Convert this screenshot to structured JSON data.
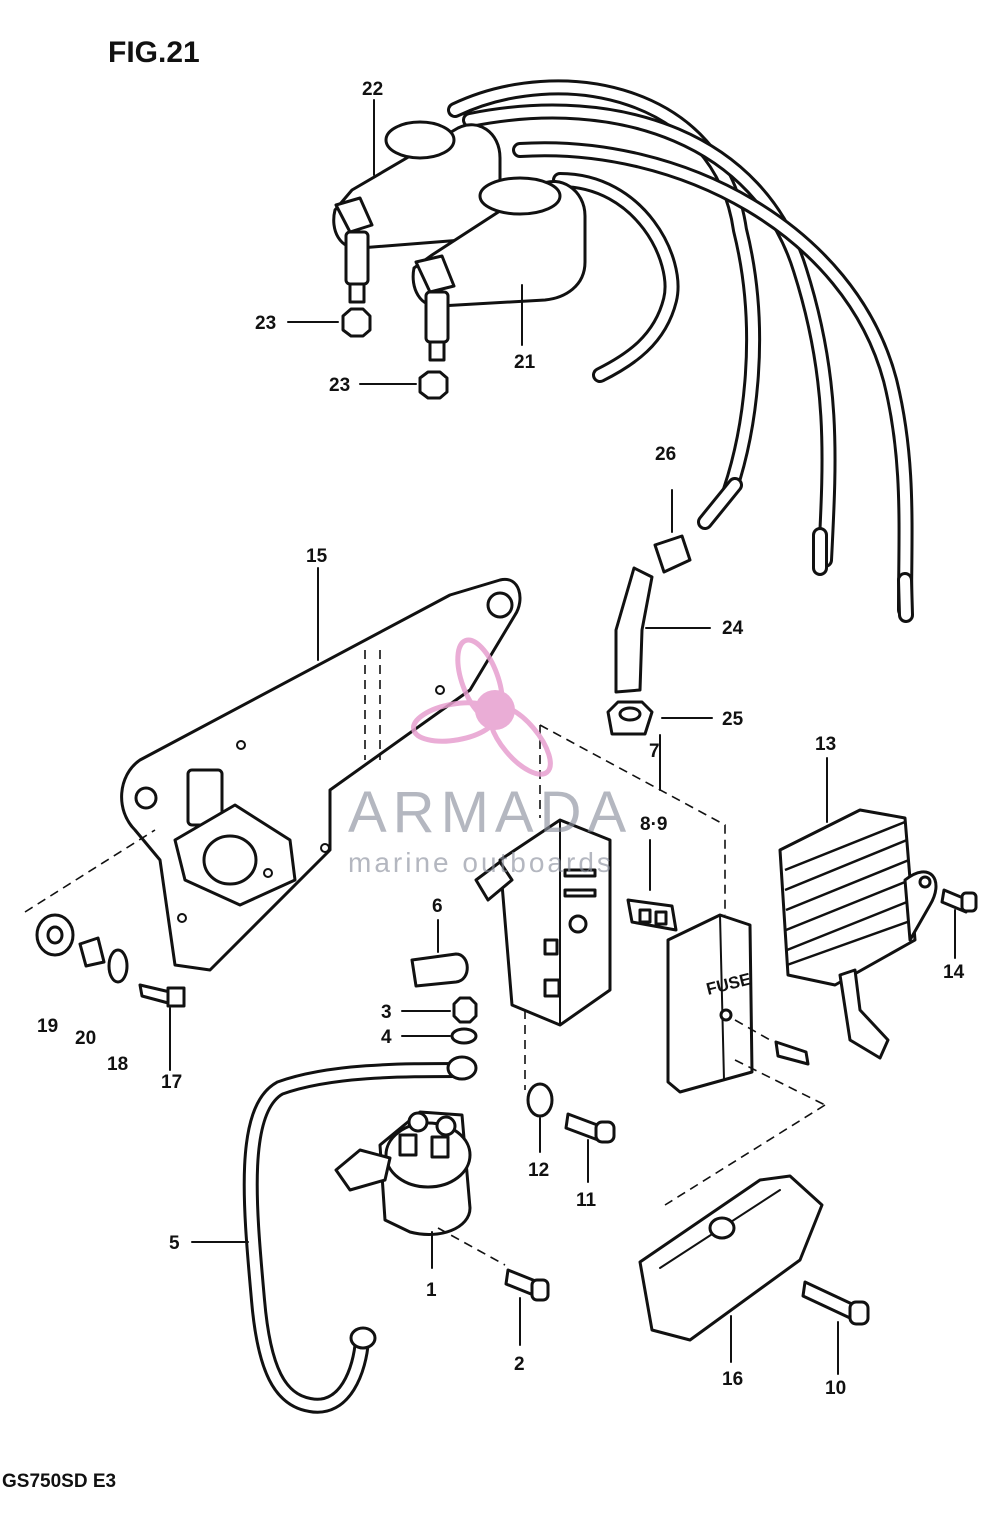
{
  "figure": {
    "title": "FIG.21",
    "model": "GS750SD E3"
  },
  "callouts": [
    "22",
    "23",
    "23",
    "21",
    "26",
    "24",
    "25",
    "15",
    "7",
    "13",
    "8·9",
    "6",
    "14",
    "3",
    "4",
    "19",
    "20",
    "18",
    "17",
    "5",
    "12",
    "11",
    "1",
    "2",
    "16",
    "10"
  ],
  "fuse_label": "FUSE",
  "watermark": {
    "brand": "ARMADA",
    "tagline": "marine outboards",
    "color": "#e79fcf"
  }
}
